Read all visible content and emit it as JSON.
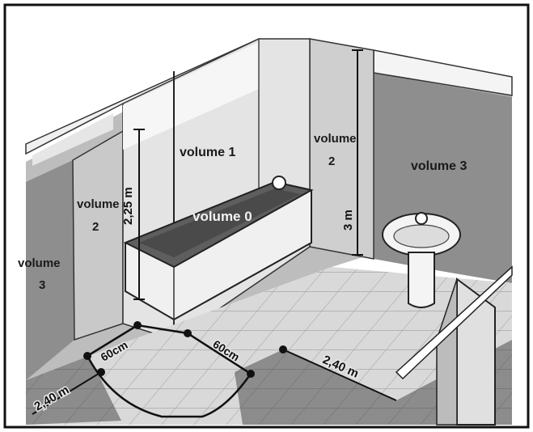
{
  "zones": {
    "volume_0": "volume 0",
    "volume_1": "volume 1",
    "volume_2_left_a": "volume",
    "volume_2_left_b": "2",
    "volume_2_right_a": "volume",
    "volume_2_right_b": "2",
    "volume_3_left_a": "volume",
    "volume_3_left_b": "3",
    "volume_3_right": "volume 3"
  },
  "dimensions": {
    "height_bath": "2,25 m",
    "height_wall": "3 m",
    "width_front_left": "60cm",
    "width_front_right": "60cm",
    "dist_left": "2,40 m",
    "dist_right": "2,40 m"
  }
}
